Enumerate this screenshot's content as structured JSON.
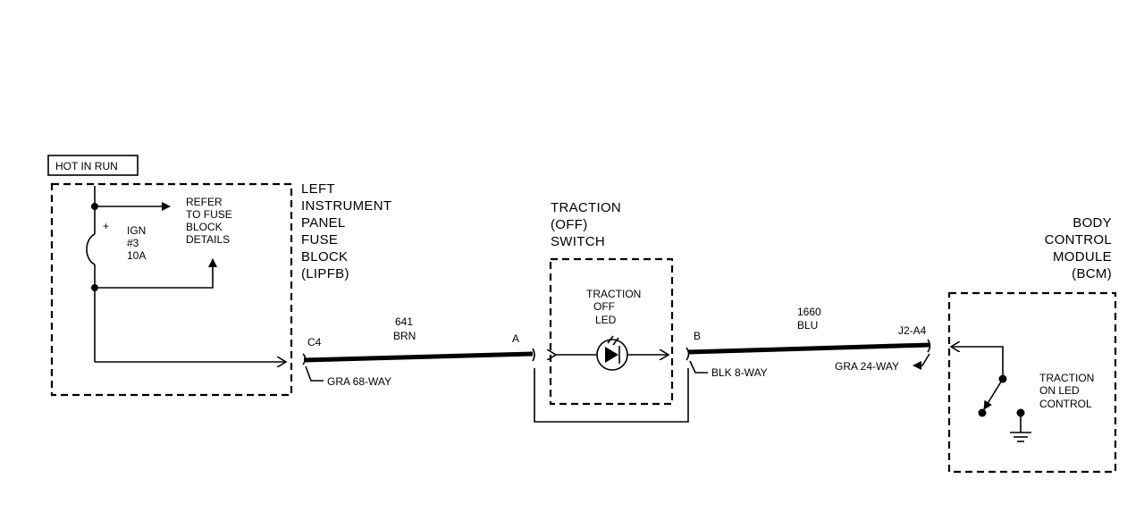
{
  "power": {
    "label": "HOT IN RUN"
  },
  "fuse_block": {
    "refer_lines": [
      "REFER",
      "TO FUSE",
      "BLOCK",
      "DETAILS"
    ],
    "polarity": "+",
    "fuse_lines": [
      "IGN",
      "#3",
      "10A"
    ],
    "title_lines": [
      "LEFT",
      "INSTRUMENT",
      "PANEL",
      "FUSE",
      "BLOCK",
      "(LIPFB)"
    ],
    "connector_pin": "C4",
    "connector_label": "GRA 68-WAY"
  },
  "wire_1": {
    "circuit": "641",
    "color": "BRN"
  },
  "switch": {
    "title_lines": [
      "TRACTION",
      "(OFF)",
      "SWITCH"
    ],
    "led_lines": [
      "TRACTION",
      "OFF",
      "LED"
    ],
    "pin_a": "A",
    "pin_b": "B",
    "connector_label": "BLK 8-WAY"
  },
  "wire_2": {
    "circuit": "1660",
    "color": "BLU"
  },
  "bcm": {
    "title_lines": [
      "BODY",
      "CONTROL",
      "MODULE",
      "(BCM)"
    ],
    "connector_pin": "J2-A4",
    "connector_label": "GRA 24-WAY",
    "control_lines": [
      "TRACTION",
      "ON LED",
      "CONTROL"
    ]
  }
}
